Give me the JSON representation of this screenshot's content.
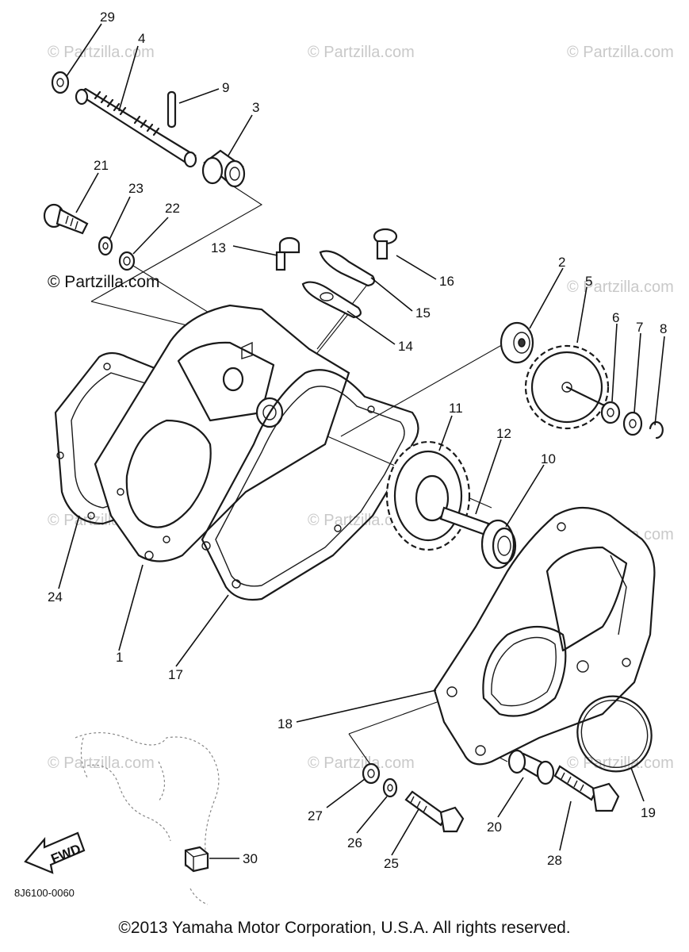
{
  "watermarks": {
    "faint": "© Partzilla.com",
    "strong": "© Partzilla.com"
  },
  "callouts": {
    "p1": "1",
    "p2": "2",
    "p3": "3",
    "p4": "4",
    "p5": "5",
    "p6": "6",
    "p7": "7",
    "p8": "8",
    "p9": "9",
    "p10": "10",
    "p11": "11",
    "p12": "12",
    "p13": "13",
    "p14": "14",
    "p15": "15",
    "p16": "16",
    "p17": "17",
    "p18": "18",
    "p19": "19",
    "p20": "20",
    "p21": "21",
    "p22": "22",
    "p23": "23",
    "p24": "24",
    "p25": "25",
    "p26": "26",
    "p27": "27",
    "p28": "28",
    "p29": "29",
    "p30": "30"
  },
  "fwd_label": "FWD",
  "diagram_code": "8J6100-0060",
  "copyright": "©2013 Yamaha Motor Corporation, U.S.A. All rights reserved."
}
